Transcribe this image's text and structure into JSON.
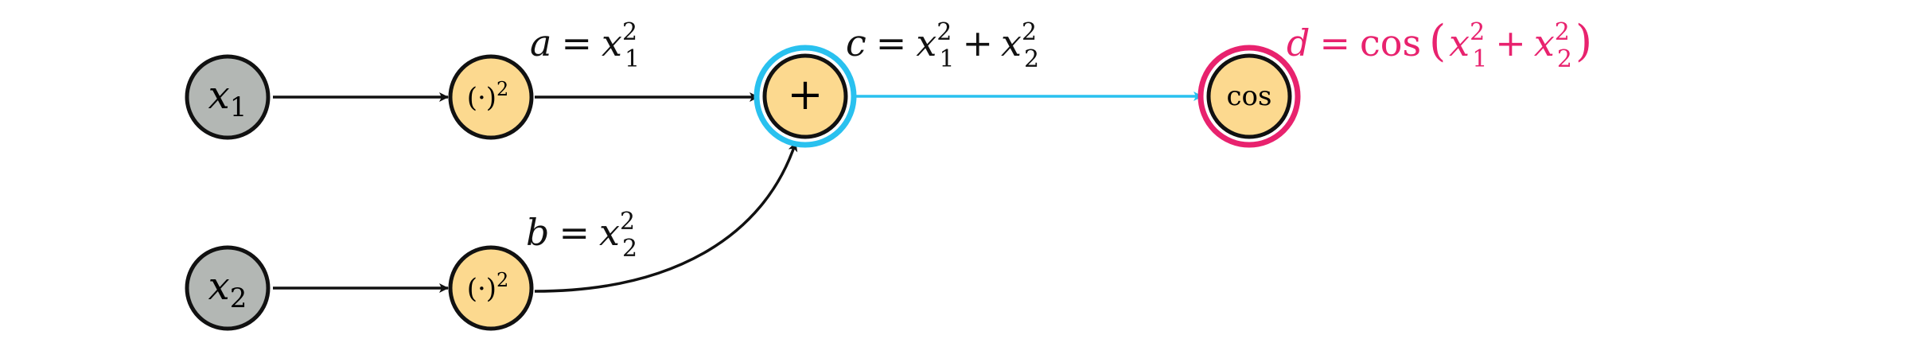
{
  "colors": {
    "input_fill": "#b3b7b4",
    "op_fill": "#fcd98f",
    "stroke": "#111111",
    "highlight_blue": "#29c1ef",
    "highlight_pink": "#e8226e",
    "edge": "#111111"
  },
  "nodes": {
    "x1": {
      "var": "x",
      "sub": "1"
    },
    "x2": {
      "var": "x",
      "sub": "2"
    },
    "sq1": {
      "label": "(·)",
      "sup": "2"
    },
    "sq2": {
      "label": "(·)",
      "sup": "2"
    },
    "plus": {
      "label": "+"
    },
    "cos": {
      "label": "cos"
    }
  },
  "labels": {
    "a": {
      "lhs": "a",
      "eq": "=",
      "var": "x",
      "sup": "2",
      "sub": "1"
    },
    "b": {
      "lhs": "b",
      "eq": "=",
      "var": "x",
      "sup": "2",
      "sub": "2"
    },
    "c": {
      "lhs": "c",
      "eq": "=",
      "v1": "x",
      "sup1": "2",
      "sub1": "1",
      "plus": "+",
      "v2": "x",
      "sup2": "2",
      "sub2": "2"
    },
    "d": {
      "lhs": "d",
      "eq": "=",
      "fn": "cos",
      "lparen": "(",
      "v1": "x",
      "sup1": "2",
      "sub1": "1",
      "plus": "+",
      "v2": "x",
      "sup2": "2",
      "sub2": "2",
      "rparen": ")"
    }
  }
}
